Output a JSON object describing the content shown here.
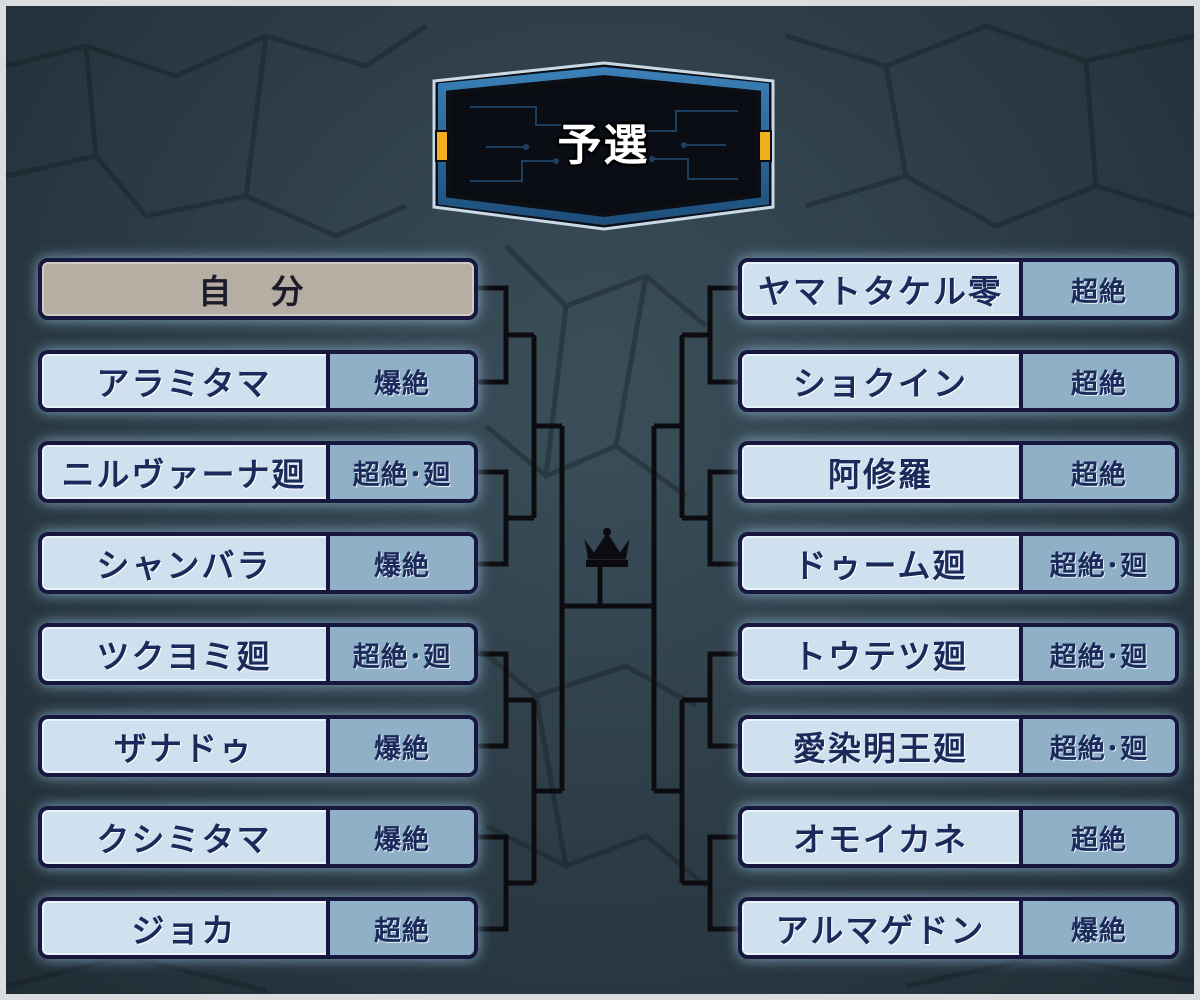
{
  "title": "予選",
  "left_bracket": [
    {
      "name": "自 分",
      "tag": "",
      "is_player": true
    },
    {
      "name": "アラミタマ",
      "tag": "爆絶"
    },
    {
      "name": "ニルヴァーナ廻",
      "tag": "超絶･廻"
    },
    {
      "name": "シャンバラ",
      "tag": "爆絶"
    },
    {
      "name": "ツクヨミ廻",
      "tag": "超絶･廻"
    },
    {
      "name": "ザナドゥ",
      "tag": "爆絶"
    },
    {
      "name": "クシミタマ",
      "tag": "爆絶"
    },
    {
      "name": "ジョカ",
      "tag": "超絶"
    }
  ],
  "right_bracket": [
    {
      "name": "ヤマトタケル零",
      "tag": "超絶"
    },
    {
      "name": "ショクイン",
      "tag": "超絶"
    },
    {
      "name": "阿修羅",
      "tag": "超絶"
    },
    {
      "name": "ドゥーム廻",
      "tag": "超絶･廻"
    },
    {
      "name": "トウテツ廻",
      "tag": "超絶･廻"
    },
    {
      "name": "愛染明王廻",
      "tag": "超絶･廻"
    },
    {
      "name": "オモイカネ",
      "tag": "超絶"
    },
    {
      "name": "アルマゲドン",
      "tag": "爆絶"
    }
  ],
  "icons": {
    "winner": "crown-icon"
  },
  "colors": {
    "background": "#2c3c46",
    "entry_fill": "#cfe0ee",
    "tag_fill": "#8fb0c6",
    "player_fill": "#b6ada3",
    "text": "#1a2a5a",
    "line": "#0c0c10"
  }
}
